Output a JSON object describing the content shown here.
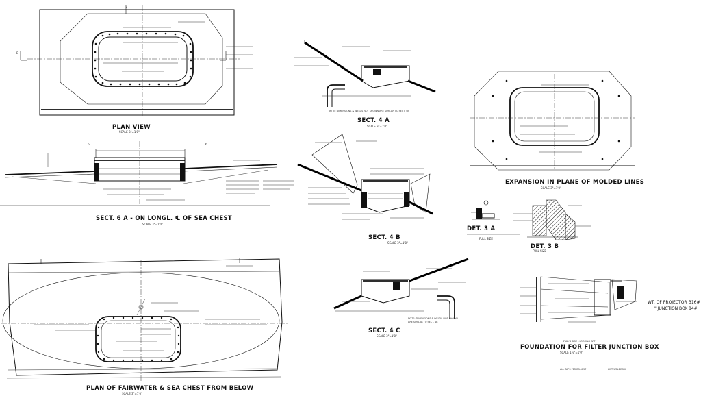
{
  "titles": {
    "plan_view": "PLAN VIEW",
    "sect_4a": "SECT. 4 A",
    "expansion": "EXPANSION IN PLANE OF MOLDED LINES",
    "sect_6a": "SECT. 6 A - ON LONGL. ℄ OF SEA CHEST",
    "sect_4b": "SECT. 4 B",
    "det_3a": "DET. 3 A",
    "det_3b": "DET. 3 B",
    "sect_4c": "SECT. 4 C",
    "plan_fairwater": "PLAN OF FAIRWATER & SEA CHEST FROM BELOW",
    "foundation": "FOUNDATION FOR FILTER JUNCTION BOX"
  },
  "scales": {
    "plan_view": "SCALE 3\"=1'0\"",
    "sect_4a": "SCALE 3\"=1'0\"",
    "expansion": "SCALE 3\"=1'0\"",
    "sect_6a": "SCALE 3\"=1'0\"",
    "sect_4b": "SCALE 3\"=1'0\"",
    "det_3a": "FULL SIZE",
    "det_3b": "FULL SIZE",
    "sect_4c": "SCALE 3\"=1'0\"",
    "plan_fairwater": "SCALE 3\"=1'0\"",
    "foundation": "SCALE 1½\"=1'0\""
  },
  "notes": {
    "stbd_looking_aft": "STAR'D SIDE - LOOKING AFT",
    "all_taps": "ALL TAPS PER BS-1257",
    "list_welded": "LIST WELDED III"
  },
  "weights": {
    "projector_label": "WT. OF PROJECTOR",
    "projector_value": "316#",
    "junction_label": "\" JUNCTION BOX",
    "junction_value": "84#"
  },
  "marks": {
    "sect_letter_4": "4",
    "sect_letter_6": "6",
    "fig_b": "B"
  }
}
